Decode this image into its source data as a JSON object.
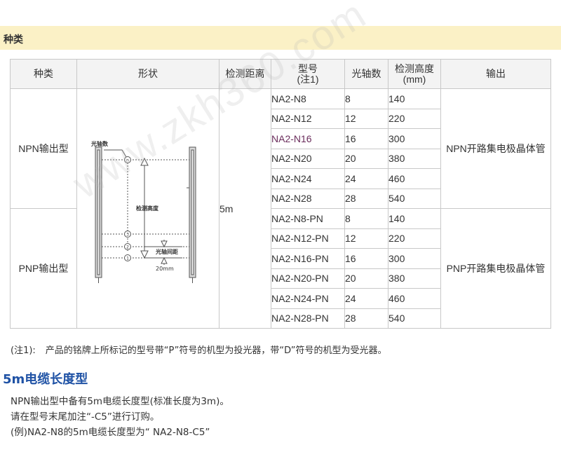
{
  "section_title": "种类",
  "table": {
    "headers": [
      "种类",
      "形状",
      "检测距离",
      "型号\n(注1)",
      "光轴数",
      "检测高度\n(mm)",
      "输出"
    ],
    "groups": [
      {
        "type": "NPN输出型",
        "output": "NPN开路集电极晶体管",
        "rows": [
          {
            "model": "NA2-N8",
            "axes": "8",
            "height": "140"
          },
          {
            "model": "NA2-N12",
            "axes": "12",
            "height": "220"
          },
          {
            "model": "NA2-N16",
            "axes": "16",
            "height": "300"
          },
          {
            "model": "NA2-N20",
            "axes": "20",
            "height": "380"
          },
          {
            "model": "NA2-N24",
            "axes": "24",
            "height": "460"
          },
          {
            "model": "NA2-N28",
            "axes": "28",
            "height": "540"
          }
        ]
      },
      {
        "type": "PNP输出型",
        "output": "PNP开路集电极晶体管",
        "rows": [
          {
            "model": "NA2-N8-PN",
            "axes": "8",
            "height": "140"
          },
          {
            "model": "NA2-N12-PN",
            "axes": "12",
            "height": "220"
          },
          {
            "model": "NA2-N16-PN",
            "axes": "16",
            "height": "300"
          },
          {
            "model": "NA2-N20-PN",
            "axes": "20",
            "height": "380"
          },
          {
            "model": "NA2-N24-PN",
            "axes": "24",
            "height": "460"
          },
          {
            "model": "NA2-N28-PN",
            "axes": "28",
            "height": "540"
          }
        ]
      }
    ],
    "distance": "5m",
    "diagram": {
      "label_axes": "光轴数",
      "label_height": "检测高度",
      "label_pitch": "光轴间距",
      "label_pitch_value": "20mm",
      "marker_n": "n",
      "marker_3": "3",
      "marker_2": "2",
      "marker_1": "1"
    }
  },
  "note": {
    "label": "(注1):",
    "text": "产品的铭牌上所标记的型号带“P”符号的机型为投光器，带“D”符号的机型为受光器。"
  },
  "cable_section": {
    "heading": "5m电缆长度型",
    "lines": [
      "NPN输出型中备有5m电缆长度型(标准长度为3m)。",
      "请在型号末尾加注“-C5”进行订购。",
      "(例)NA2-N8的5m电缆长度型为“ NA2-N8-C5”"
    ]
  },
  "watermark": "www.zkh360.com"
}
